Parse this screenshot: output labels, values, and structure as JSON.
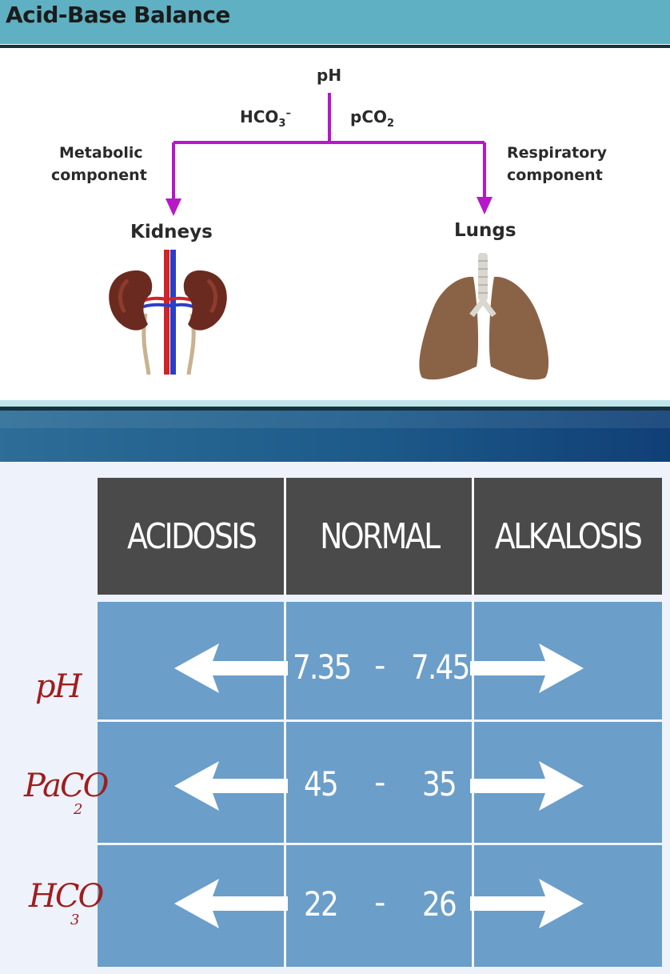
{
  "slide": {
    "title": "Acid-Base Balance",
    "ph_label": "pH",
    "hco3_label": "HCO",
    "hco3_sub": "3",
    "hco3_sup": "–",
    "pco2_label": "pCO",
    "pco2_sub": "2",
    "metabolic_line1": "Metabolic",
    "metabolic_line2": "component",
    "respiratory_line1": "Respiratory",
    "respiratory_line2": "component",
    "kidneys_label": "Kidneys",
    "lungs_label": "Lungs",
    "colors": {
      "header": "#5fb0c2",
      "connector": "#b517c9",
      "banner": "#1d5a8a"
    }
  },
  "table": {
    "headers": [
      "ACIDOSIS",
      "NORMAL",
      "ALKALOSIS"
    ],
    "rows": [
      {
        "label": "pH",
        "label_sub": "",
        "low": "7.35",
        "high": "7.45"
      },
      {
        "label": "PaCO",
        "label_sub": "2",
        "low": "45",
        "high": "35"
      },
      {
        "label": "HCO",
        "label_sub": "3",
        "low": "22",
        "high": "26"
      }
    ],
    "separator": "-",
    "colors": {
      "header_bg": "#4a4a4a",
      "cell_bg": "#6b9ec9",
      "handwriting": "#a01d1d"
    }
  }
}
